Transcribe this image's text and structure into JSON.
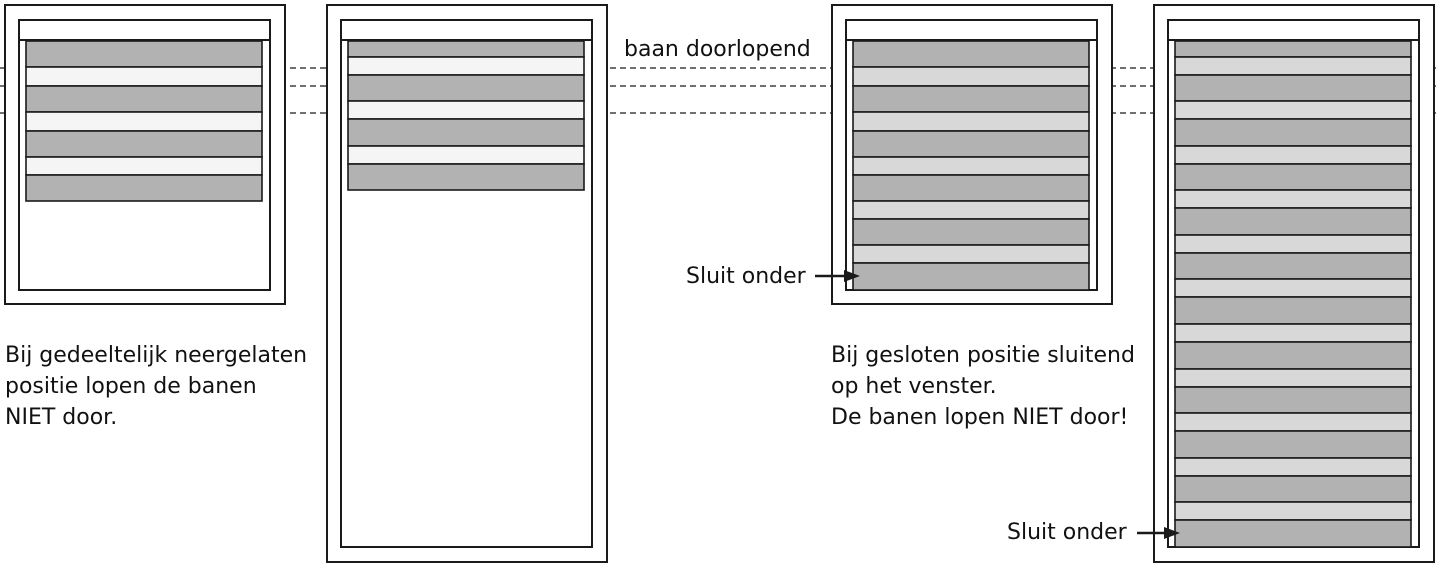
{
  "labels": {
    "continuous": "baan doorlopend",
    "closes_bottom_3": "Sluit onder",
    "closes_bottom_4": "Sluit onder"
  },
  "captions": {
    "partial": [
      "Bij gedeeltelijk neergelaten",
      "positie lopen de banen",
      "NIET door."
    ],
    "closed": [
      "Bij gesloten positie sluitend",
      "op het venster.",
      "De banen lopen NIET door!"
    ]
  },
  "colors": {
    "dark_band": "#b2b2b2",
    "light_band_white": "#f5f5f5",
    "light_band_grey": "#d8d8d8",
    "line": "#1a1a1a"
  },
  "icons": [
    "arrow-right-icon"
  ]
}
